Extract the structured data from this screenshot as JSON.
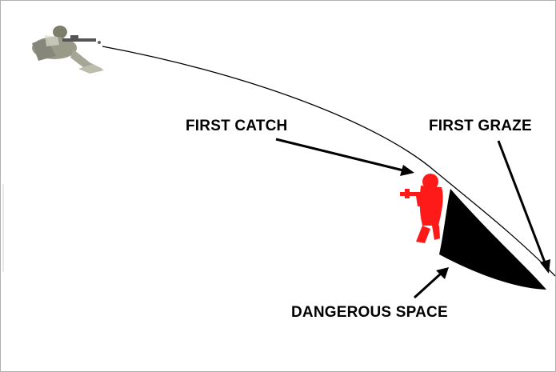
{
  "labels": {
    "first_catch": "FIRST CATCH",
    "first_graze": "FIRST GRAZE",
    "dangerous_space": "DANGEROUS SPACE"
  },
  "icons": {
    "shooter": "prone-rifleman-icon",
    "target": "standing-soldier-icon"
  },
  "colors": {
    "background": "#ffffff",
    "trajectory": "#000000",
    "dangerous_space_fill": "#000000",
    "target_soldier": "#ff1a1a",
    "shooter": "#8a8a7a"
  }
}
